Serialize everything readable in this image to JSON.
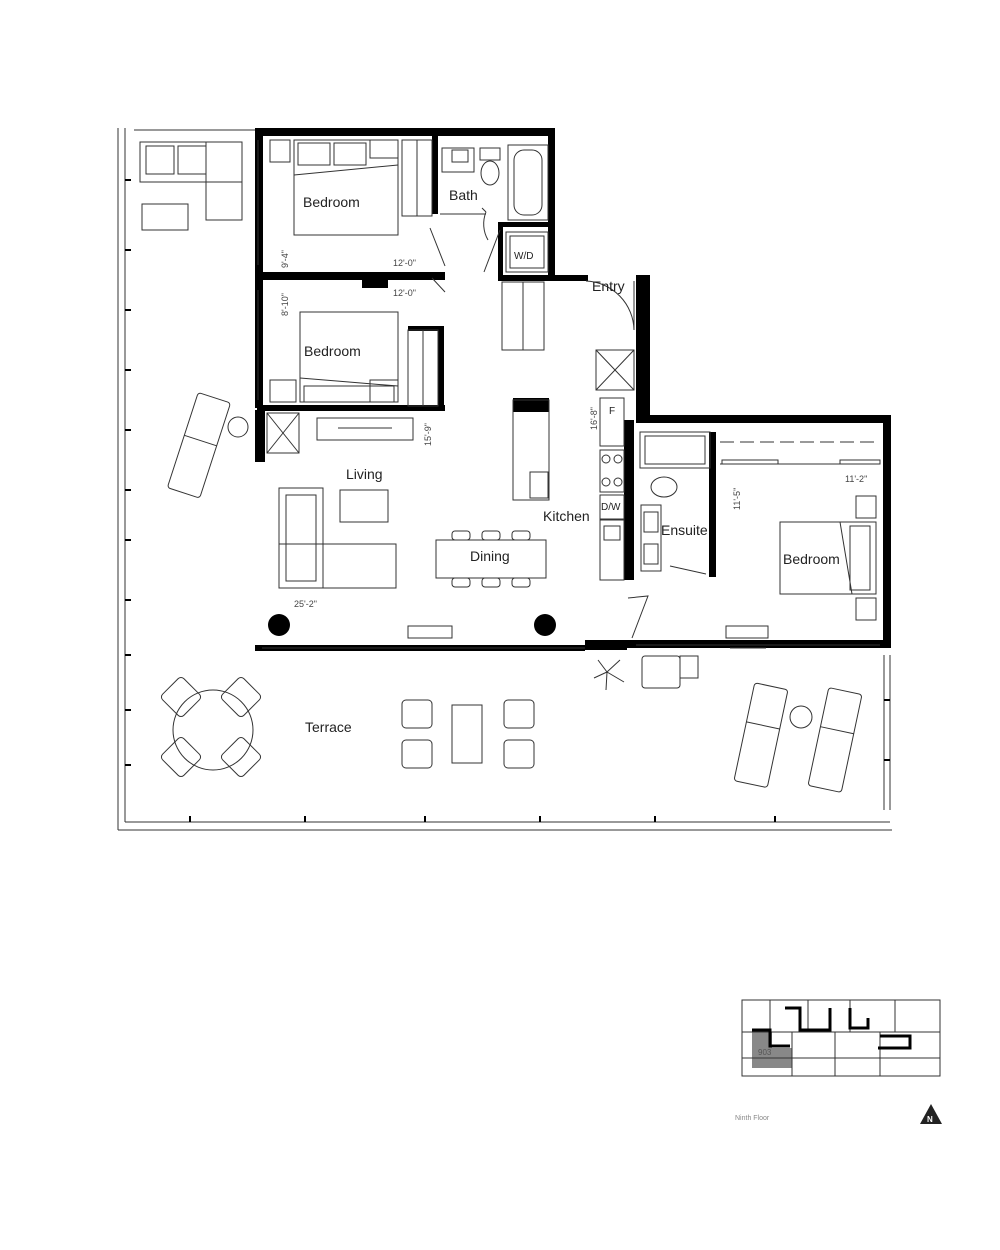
{
  "rooms": {
    "bedroom_1": "Bedroom",
    "bath": "Bath",
    "washer_dryer": "W/D",
    "entry": "Entry",
    "bedroom_2": "Bedroom",
    "living": "Living",
    "kitchen": "Kitchen",
    "fridge": "F",
    "dishwasher": "D/W",
    "dining": "Dining",
    "ensuite": "Ensuite",
    "bedroom_3": "Bedroom",
    "terrace": "Terrace"
  },
  "dimensions": {
    "bedroom_1_depth": "9'-4\"",
    "bedroom_1_width": "12'-0\"",
    "bedroom_2_depth": "8'-10\"",
    "bedroom_2_width": "12'-0\"",
    "living_depth": "15'-9\"",
    "kitchen_depth": "16'-8\"",
    "bedroom_3_depth": "11'-5\"",
    "bedroom_3_width": "11'-2\"",
    "living_width": "25'-2\""
  },
  "key_plan": {
    "unit_label": "903",
    "floor_label": "Ninth Floor",
    "north_label": "N"
  },
  "colors": {
    "wall": "#000000",
    "line": "#333333",
    "highlight_unit": "#888888"
  }
}
